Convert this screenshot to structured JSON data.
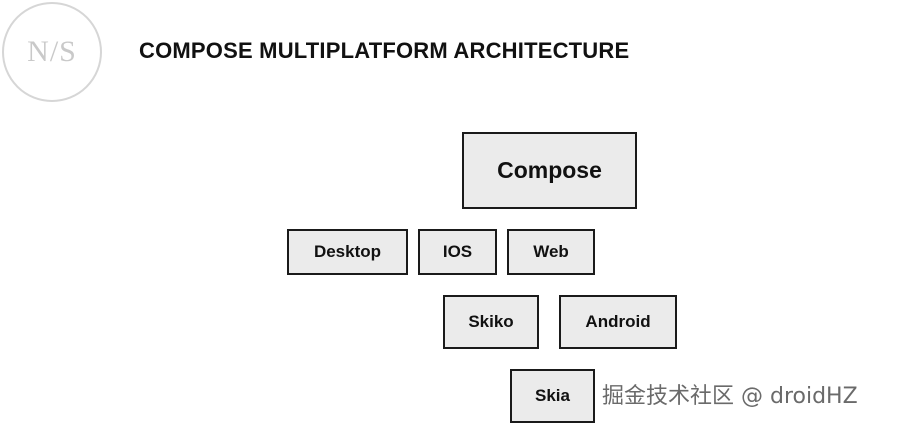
{
  "logo": {
    "text": "N/S"
  },
  "title": "COMPOSE MULTIPLATFORM ARCHITECTURE",
  "nodes": {
    "compose": "Compose",
    "desktop": "Desktop",
    "ios": "IOS",
    "web": "Web",
    "skiko": "Skiko",
    "android": "Android",
    "skia": "Skia"
  },
  "watermark": "掘金技术社区 @ droidHZ"
}
